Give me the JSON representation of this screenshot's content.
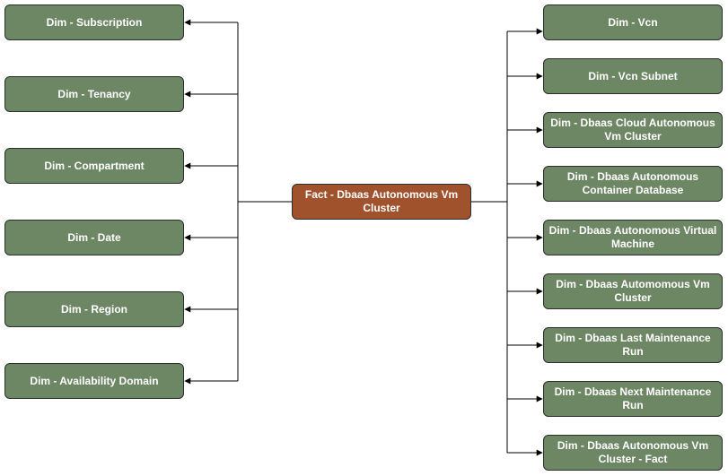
{
  "colors": {
    "dim_fill": "#6d8764",
    "fact_fill": "#a0522d",
    "border": "#2d2d2d",
    "connector": "#000000",
    "text": "#ffffff"
  },
  "fact": {
    "label": "Fact - Dbaas Autonomous Vm Cluster"
  },
  "left_dims": [
    {
      "label": "Dim - Subscription"
    },
    {
      "label": "Dim - Tenancy"
    },
    {
      "label": "Dim - Compartment"
    },
    {
      "label": "Dim - Date"
    },
    {
      "label": "Dim - Region"
    },
    {
      "label": "Dim - Availability Domain"
    }
  ],
  "right_dims": [
    {
      "label": "Dim - Vcn"
    },
    {
      "label": "Dim - Vcn Subnet"
    },
    {
      "label": "Dim - Dbaas Cloud Autonomous Vm Cluster"
    },
    {
      "label": "Dim - Dbaas Autonomous Container Database"
    },
    {
      "label": "Dim - Dbaas Autonomous Virtual Machine"
    },
    {
      "label": "Dim - Dbaas Automomous Vm Cluster"
    },
    {
      "label": "Dim - Dbaas Last Maintenance Run"
    },
    {
      "label": "Dim - Dbaas Next Maintenance Run"
    },
    {
      "label": "Dim - Dbaas Autonomous Vm Cluster - Fact"
    }
  ]
}
